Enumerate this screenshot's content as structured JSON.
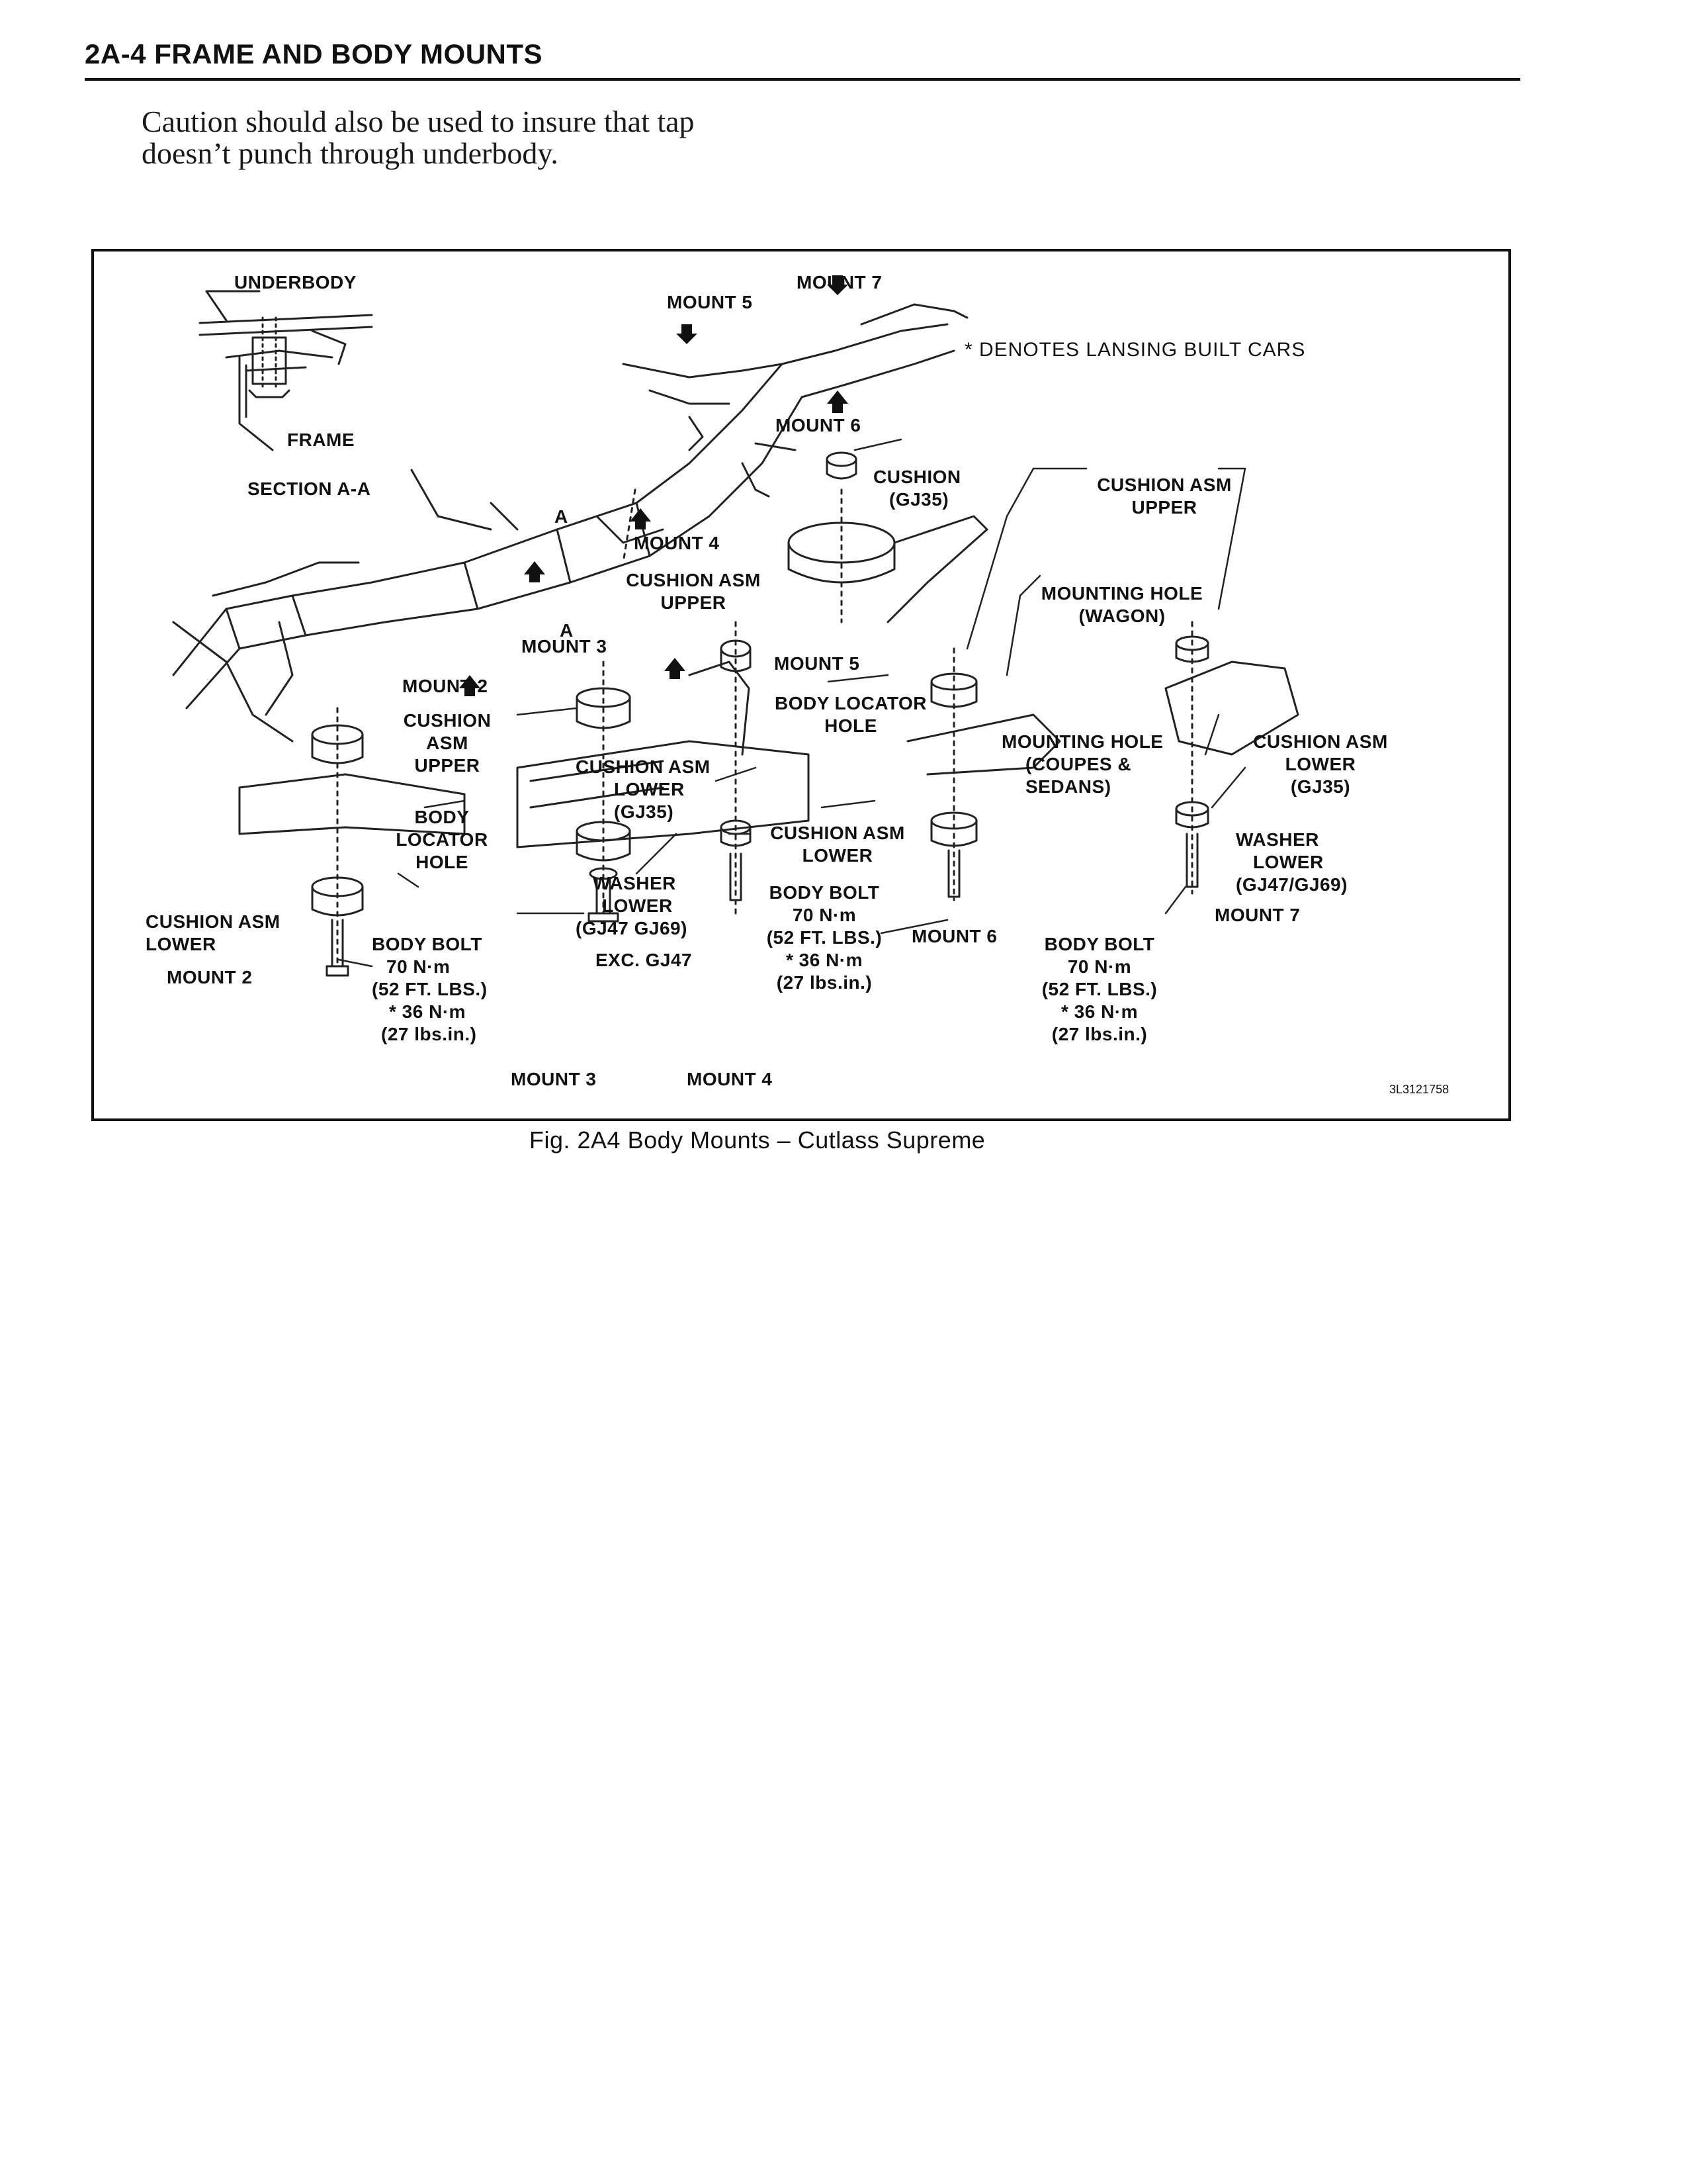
{
  "header": {
    "title": "2A-4  FRAME AND BODY MOUNTS"
  },
  "intro": {
    "line1": "Caution should also be used to insure that tap",
    "line2": "doesn’t punch through underbody."
  },
  "figure": {
    "note": "* DENOTES LANSING BUILT CARS",
    "id": "3L3121758",
    "caption": "Fig. 2A4 Body Mounts – Cutlass Supreme",
    "labels": {
      "underbody": "UNDERBODY",
      "frame": "FRAME",
      "section_aa": "SECTION A-A",
      "mount5_top": "MOUNT 5",
      "mount7_top": "MOUNT 7",
      "mount6_top": "MOUNT 6",
      "mount4_frame": "MOUNT 4",
      "mount3_frame": "MOUNT 3",
      "mount2_frame": "MOUNT 2",
      "a_upper": "A",
      "a_lower": "A",
      "cushion_gj35": [
        "CUSHION",
        "(GJ35)"
      ],
      "cushion_asm_upper_right": [
        "CUSHION ASM",
        "UPPER"
      ],
      "mounting_hole_wagon": [
        "MOUNTING HOLE",
        "(WAGON)"
      ],
      "cushion_asm_upper_mid": [
        "CUSHION ASM",
        "UPPER"
      ],
      "mount5_mid": "MOUNT 5",
      "body_locator_hole_mid": [
        "BODY LOCATOR",
        "HOLE"
      ],
      "mounting_hole_coupes": [
        "MOUNTING HOLE",
        "(COUPES &",
        "SEDANS)"
      ],
      "cushion_asm_lower_gj35_right": [
        "CUSHION ASM",
        "LOWER",
        "(GJ35)"
      ],
      "cushion_asm_upper_left": [
        "CUSHION",
        "ASM",
        "UPPER"
      ],
      "cushion_asm_lower_gj35_mid": [
        "CUSHION ASM",
        "LOWER",
        "(GJ35)"
      ],
      "body_locator_hole_left": [
        "BODY",
        "LOCATOR",
        "HOLE"
      ],
      "cushion_asm_lower_mid": [
        "CUSHION ASM",
        "LOWER"
      ],
      "washer_lower_right": [
        "WASHER",
        "LOWER",
        "(GJ47/GJ69)"
      ],
      "mount7_bottom": "MOUNT 7",
      "washer_lower_mid": [
        "WASHER",
        "LOWER",
        "(GJ47 GJ69)"
      ],
      "body_bolt_mid": [
        "BODY BOLT",
        "70 N·m",
        "(52 FT. LBS.)",
        "* 36 N·m",
        "(27 lbs.in.)"
      ],
      "mount6_bottom": "MOUNT 6",
      "body_bolt_right": [
        "BODY BOLT",
        "70 N·m",
        "(52 FT. LBS.)",
        "* 36 N·m",
        "(27 lbs.in.)"
      ],
      "cushion_asm_lower_left": [
        "CUSHION ASM",
        "LOWER"
      ],
      "mount2_bottom": "MOUNT 2",
      "body_bolt_left": [
        "BODY BOLT",
        "70 N·m",
        "(52 FT. LBS.)",
        "* 36 N·m",
        "(27 lbs.in.)"
      ],
      "exc_gj47": "EXC. GJ47",
      "mount3_bottom": "MOUNT 3",
      "mount4_bottom": "MOUNT 4"
    }
  }
}
